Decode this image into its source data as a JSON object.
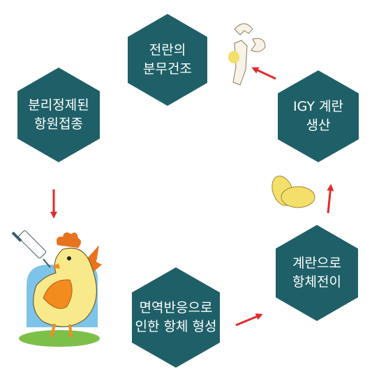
{
  "colors": {
    "hex_fill": "#1f6068",
    "arrow": "#e02b2b",
    "egg": "#f3df6a",
    "egg_outline": "#9d8a3a",
    "chick_body": "#f8ea8a",
    "chick_wing": "#f28c1f",
    "comb": "#e8731f",
    "sky": "#7ec3e8",
    "grass": "#7cc04a",
    "syringe": "#3a5a6a"
  },
  "steps": [
    {
      "id": "drying",
      "text": "전란의\n분무건조"
    },
    {
      "id": "immunization",
      "text": "분리정제된\n항원접종"
    },
    {
      "id": "igy",
      "text": "IGY 계란\n생산"
    },
    {
      "id": "transfer",
      "text": "계란으로\n항체전이"
    },
    {
      "id": "formation",
      "text": "면역반응으로\n인한 항체 형성"
    }
  ],
  "icons": {
    "hen": "hen-with-syringe-icon",
    "eggs": "two-eggs-icon",
    "cracked_egg": "cracked-egg-icon"
  }
}
